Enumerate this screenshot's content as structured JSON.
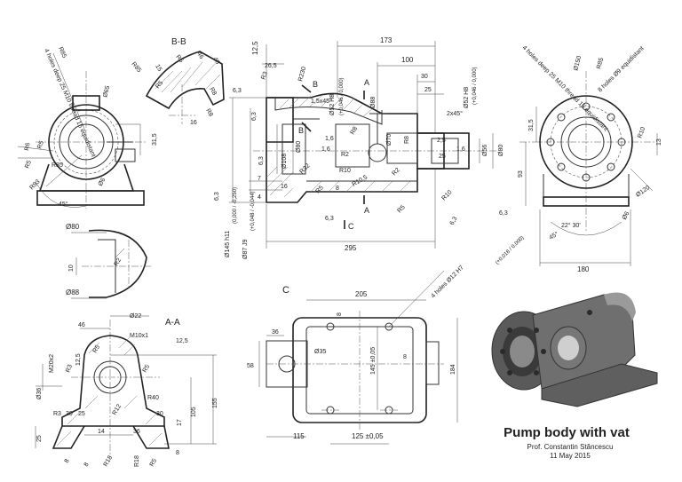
{
  "title_block": {
    "title": "Pump body with vat",
    "author": "Prof. Constantin Stăncescu",
    "date": "11 May 2015"
  },
  "view_labels": {
    "section_bb": "B-B",
    "section_aa": "A-A",
    "view_c": "C",
    "cut_a": "A",
    "cut_b": "B",
    "cut_c": "C"
  },
  "left_view": {
    "note": "4 holes deep 25 M10 thread 15 equidistant",
    "dims": [
      "R85",
      "Ø65",
      "R5",
      "R6",
      "31,5",
      "R5",
      "R85",
      "R93",
      "45°",
      "Ø6"
    ]
  },
  "section_bb": {
    "dims": [
      "R85",
      "R5",
      "15",
      "46",
      "45",
      "R8",
      "R5",
      "R8",
      "16"
    ]
  },
  "main_section": {
    "dims": [
      "12,5",
      "26,5",
      "R230",
      "173",
      "100",
      "30",
      "25",
      "2x45°",
      "1,5x45°",
      "R3",
      "6,3",
      "6,3",
      "Ø52 H8",
      "Ø52 H8",
      "Ø88",
      "Ø70",
      "R8",
      "Ø56",
      "Ø80",
      "2,5",
      "1,6",
      "25",
      "1,6",
      "R2",
      "R10",
      "R10,5",
      "R10",
      "R5",
      "R32",
      "R5",
      "8",
      "Ø108",
      "6,3",
      "7",
      "16",
      "4",
      "Ø80",
      "6,3",
      "295",
      "6,3",
      "Ø145 h11",
      "Ø87 J9",
      "6,3",
      "R8",
      "1,6",
      "R2"
    ],
    "tolerances": [
      "(+0,046 / 0,000)",
      "(+0,046 / 0,000)",
      "(0,000 / -0,250)",
      "(+0,048 / -0,044)"
    ]
  },
  "right_view": {
    "note1": "4 holes deep 25 M10 thread 15 equidistant",
    "note2": "8 holes Ø9 equidistant",
    "dims": [
      "R85",
      "Ø150",
      "31,5",
      "R10",
      "13",
      "93",
      "Ø120",
      "22° 30'",
      "45°",
      "Ø6",
      "6,3",
      "180"
    ]
  },
  "detail_view": {
    "dims": [
      "Ø80",
      "10",
      "R2",
      "Ø88"
    ]
  },
  "section_aa": {
    "dims": [
      "Ø22",
      "46",
      "M10x1",
      "12,5",
      "R5",
      "M20x2",
      "12,5",
      "R5",
      "Ø36",
      "R3",
      "R40",
      "R12",
      "R3",
      "30",
      "25",
      "30",
      "105",
      "155",
      "25",
      "14",
      "36",
      "17",
      "8",
      "8",
      "R18",
      "R18",
      "R5",
      "8"
    ]
  },
  "view_c": {
    "note": "4 holes Ø12 H7",
    "tolerance": "(+0,018 / 0,000)",
    "dims": [
      "205",
      "8",
      "36",
      "Ø35",
      "58",
      "145 ±0,05",
      "8",
      "184",
      "115",
      "125 ±0,05"
    ]
  }
}
